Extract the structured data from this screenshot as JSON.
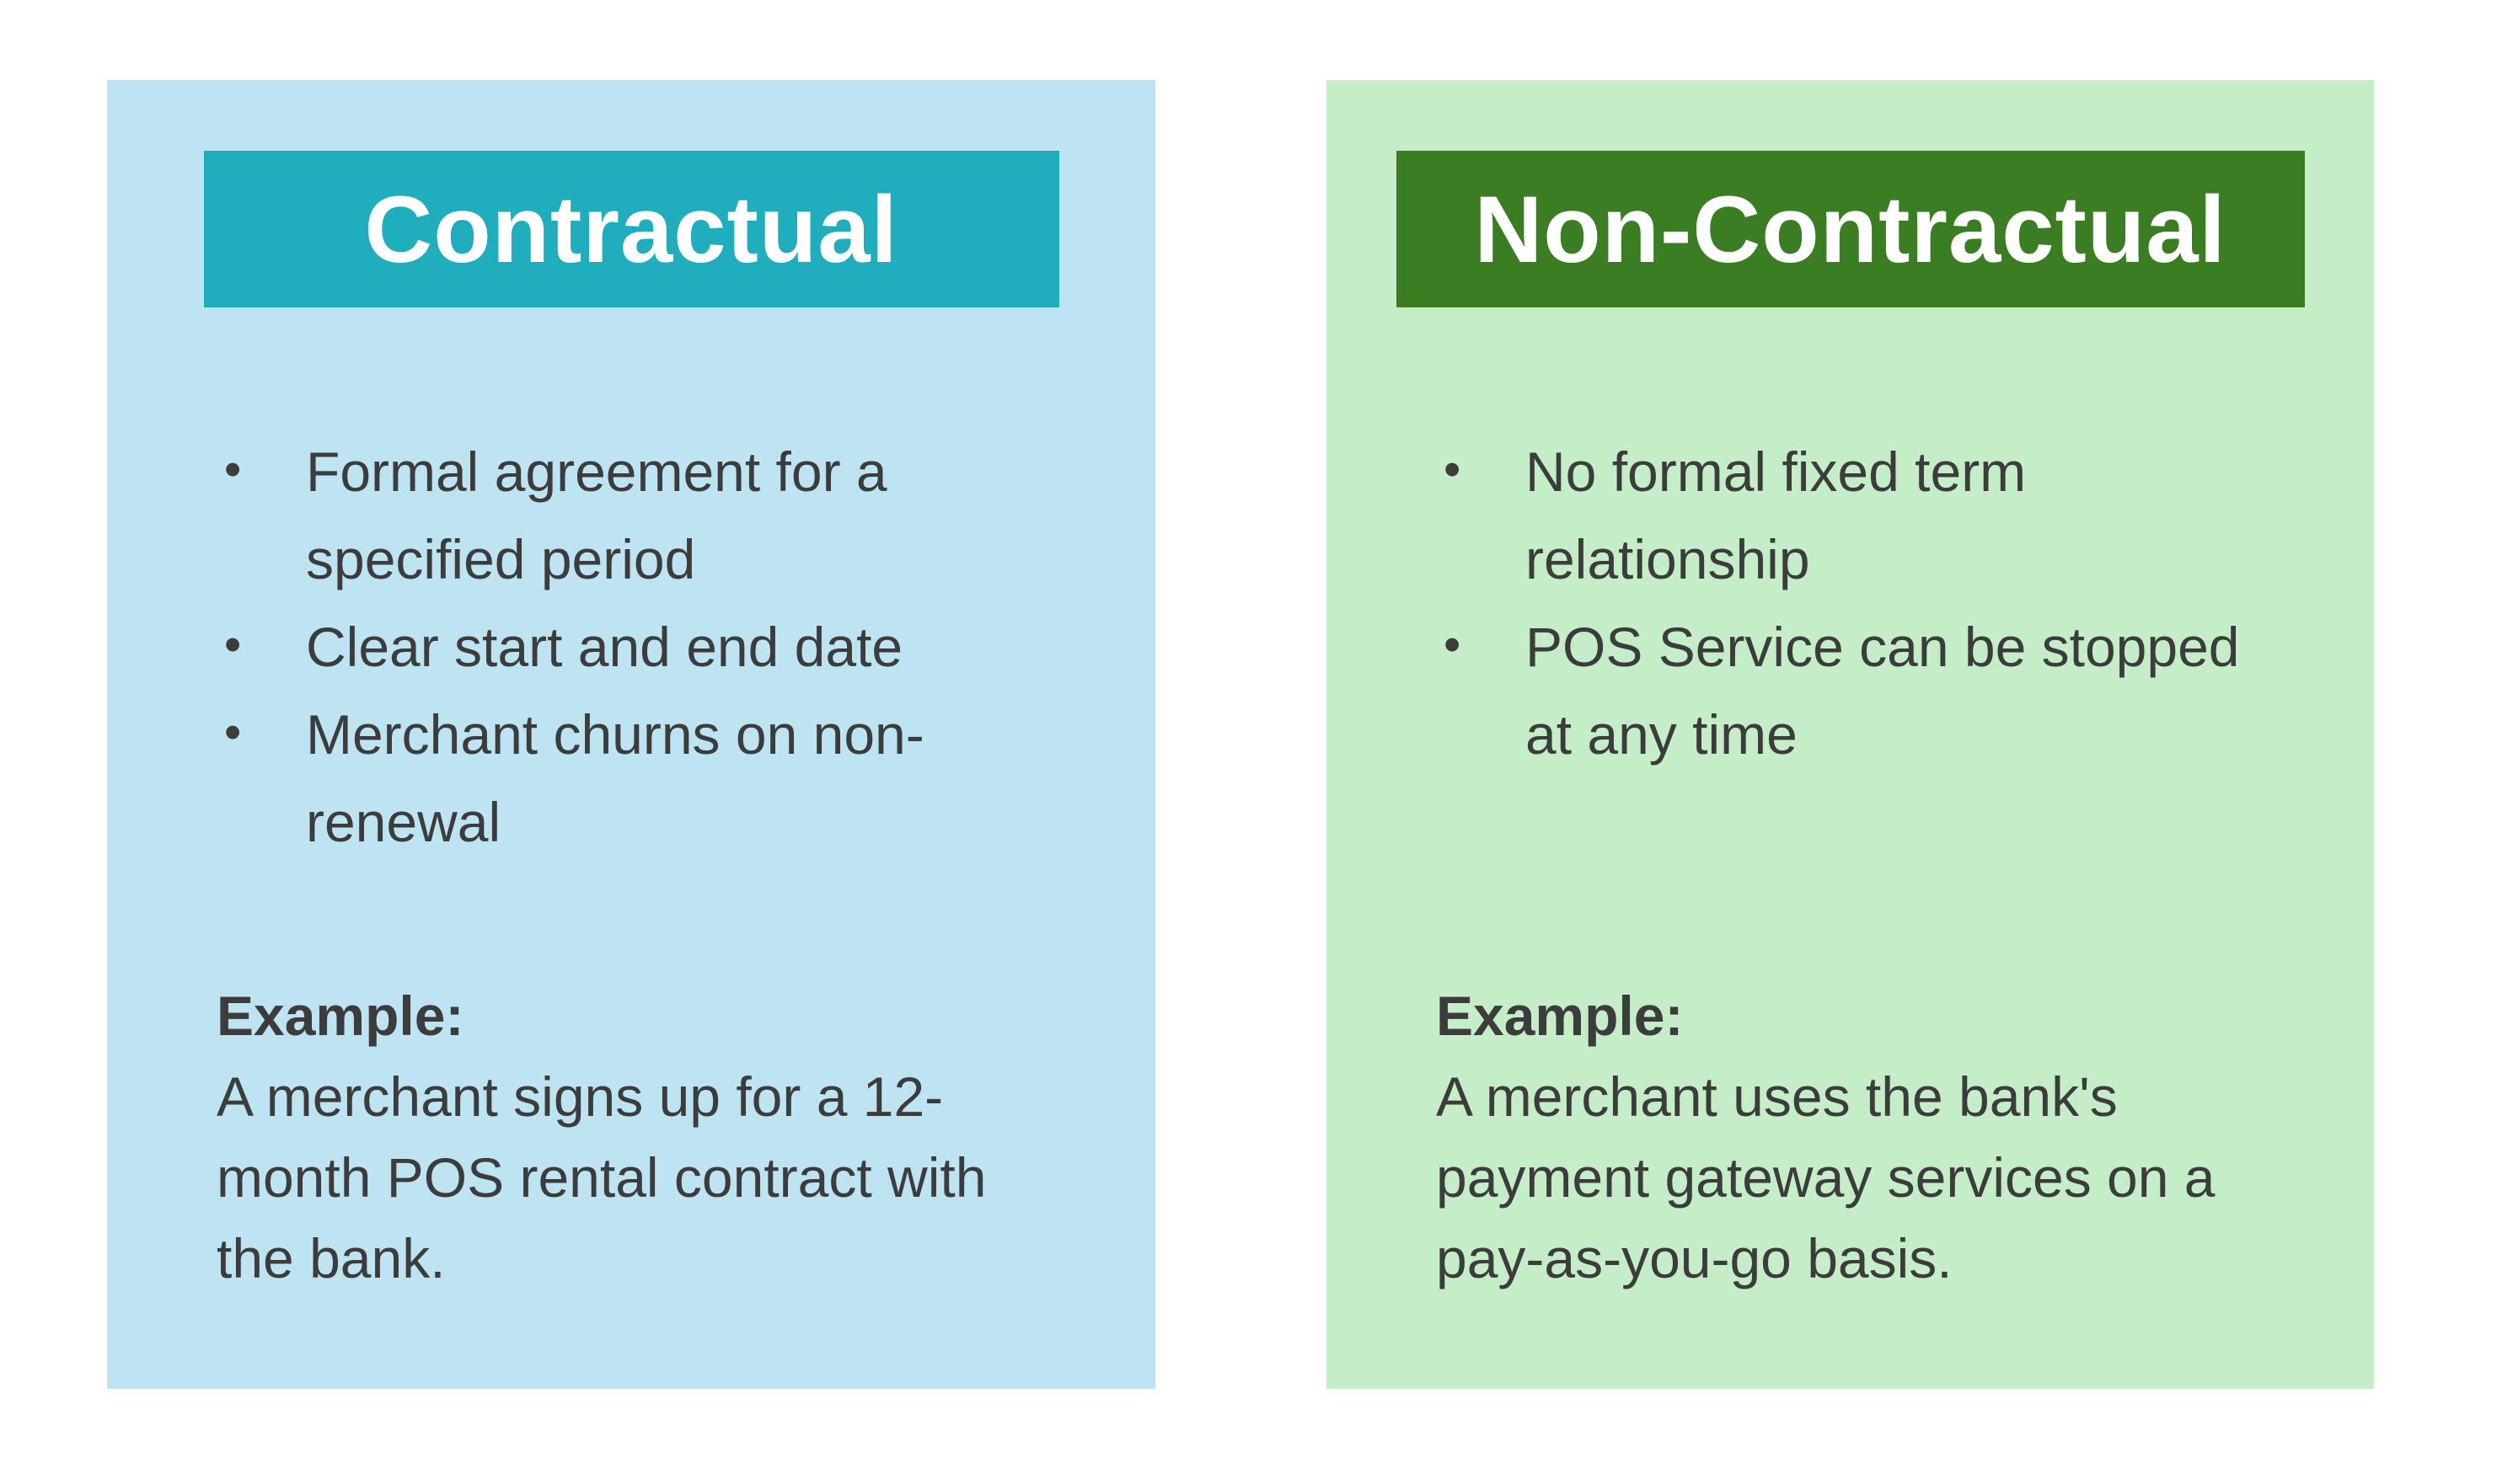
{
  "page": {
    "background": "#ffffff",
    "text_color": "#3c3c3c",
    "title_color": "#ffffff"
  },
  "glyphs": {
    "bullet": "•"
  },
  "cards": [
    {
      "id": "contractual",
      "title": "Contractual",
      "header_bg": "#20adbd",
      "card_bg": "#bee3f2",
      "bullets": [
        "Formal agreement for a specified period",
        "Clear start and end date",
        "Merchant churns on non-renewal"
      ],
      "example_label": "Example:",
      "example_text": "A merchant signs up for a 12-month POS rental contract with the bank."
    },
    {
      "id": "non-contractual",
      "title": "Non-Contractual",
      "header_bg": "#3a7d22",
      "card_bg": "#c5eec8",
      "bullets": [
        "No formal fixed term relationship",
        "POS Service can be stopped at any time"
      ],
      "example_label": "Example:",
      "example_text": "A merchant uses the bank's payment gateway services on a pay-as-you-go basis."
    }
  ]
}
